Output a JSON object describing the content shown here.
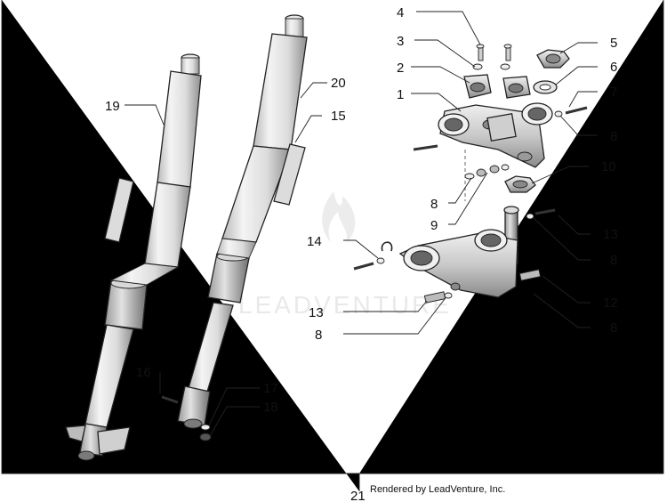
{
  "watermark": {
    "text": "LEADVENTURE"
  },
  "frame": {
    "bottom_number": "21"
  },
  "credit": {
    "text": "Rendered by LeadVenture, Inc."
  },
  "callouts": {
    "c1": "1",
    "c2": "2",
    "c3": "3",
    "c4": "4",
    "c5": "5",
    "c6": "6",
    "c7": "7",
    "c8a": "8",
    "c8b": "8",
    "c8c": "8",
    "c8d": "8",
    "c8e": "8",
    "c9": "9",
    "c10": "10",
    "c12": "12",
    "c13a": "13",
    "c13b": "13",
    "c14": "14",
    "c15": "15",
    "c16": "16",
    "c17": "17",
    "c18": "18",
    "c19": "19",
    "c20": "20"
  }
}
